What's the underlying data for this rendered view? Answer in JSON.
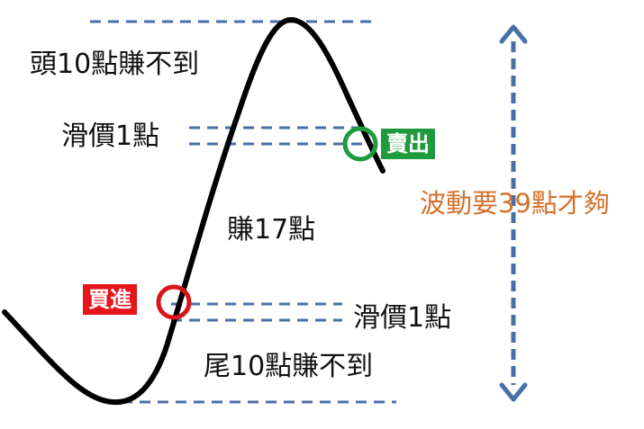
{
  "labels": {
    "head_not_earned": "頭10點賺不到",
    "slippage_top": "滑價1點",
    "earn": "賺17點",
    "slippage_bottom": "滑價1點",
    "tail_not_earned": "尾10點賺不到",
    "volatility_needed": "波動要39點才夠"
  },
  "badges": {
    "buy": "買進",
    "sell": "賣出"
  },
  "colors": {
    "curve": "#000000",
    "dash": "#4a6fa8",
    "buy_bg": "#e8141b",
    "buy_ring": "#d9141b",
    "sell_bg": "#1f9a3c",
    "sell_ring": "#1f9a3c",
    "volatility_text": "#d4712a",
    "arrow": "#4a6fa8"
  },
  "icons": {
    "buy_marker": "circle-ring-icon",
    "sell_marker": "circle-ring-icon",
    "range_arrow": "double-arrow-vertical-icon"
  }
}
